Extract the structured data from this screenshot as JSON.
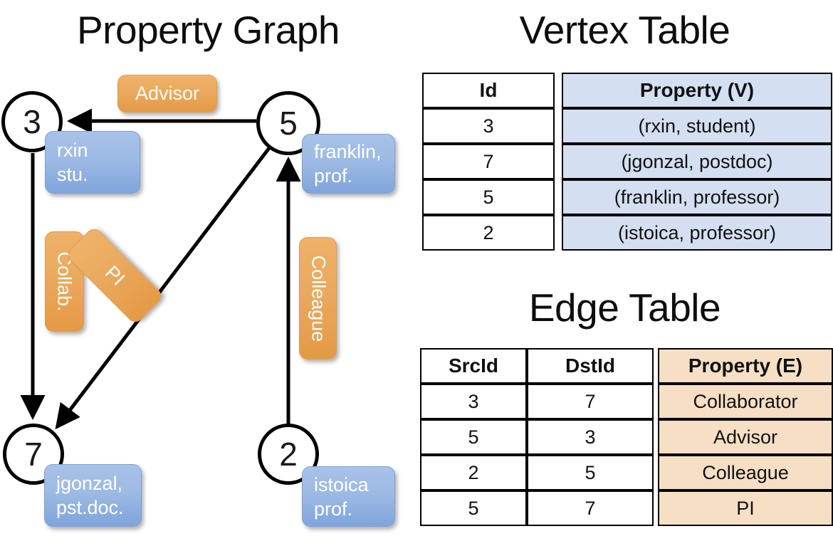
{
  "titles": {
    "property_graph": "Property Graph",
    "vertex_table": "Vertex Table",
    "edge_table": "Edge Table"
  },
  "graph": {
    "vertices": [
      {
        "id": "3",
        "property_line1": "rxin",
        "property_line2": "stu."
      },
      {
        "id": "5",
        "property_line1": "franklin,",
        "property_line2": "prof."
      },
      {
        "id": "7",
        "property_line1": "jgonzal,",
        "property_line2": "pst.doc."
      },
      {
        "id": "2",
        "property_line1": "istoica",
        "property_line2": "prof."
      }
    ],
    "edge_labels": [
      {
        "name": "advisor",
        "text": "Advisor"
      },
      {
        "name": "collab",
        "text": "Collab."
      },
      {
        "name": "pi",
        "text": "PI"
      },
      {
        "name": "colleague",
        "text": "Colleague"
      }
    ]
  },
  "vertex_table": {
    "headers": [
      "Id",
      "Property (V)"
    ],
    "rows": [
      {
        "id": "3",
        "property": "(rxin, student)"
      },
      {
        "id": "7",
        "property": "(jgonzal, postdoc)"
      },
      {
        "id": "5",
        "property": "(franklin, professor)"
      },
      {
        "id": "2",
        "property": "(istoica, professor)"
      }
    ]
  },
  "edge_table": {
    "headers": [
      "SrcId",
      "DstId",
      "Property (E)"
    ],
    "rows": [
      {
        "src": "3",
        "dst": "7",
        "property": "Collaborator"
      },
      {
        "src": "5",
        "dst": "3",
        "property": "Advisor"
      },
      {
        "src": "2",
        "dst": "5",
        "property": "Colleague"
      },
      {
        "src": "5",
        "dst": "7",
        "property": "PI"
      }
    ]
  },
  "colors": {
    "vertex_property_fill": "#d4dff1",
    "edge_property_fill": "#f7dfc5",
    "node_box_blue": "#9dbae4",
    "label_box_orange": "#eaa95e",
    "stroke": "#000000"
  }
}
